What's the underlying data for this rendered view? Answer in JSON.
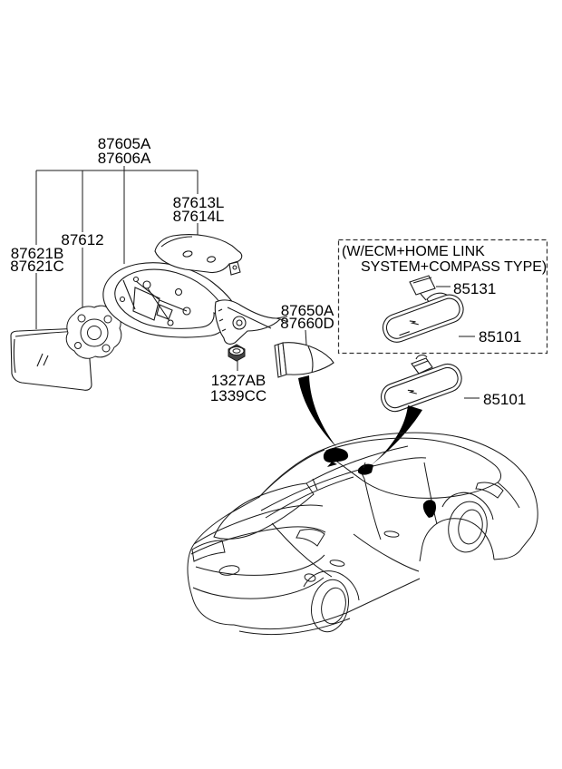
{
  "diagram": {
    "type": "parts-diagram",
    "subject": "vehicle outside and inside rear view mirrors",
    "background_color": "#ffffff",
    "line_color": "#1a1a1a",
    "labels": {
      "outside_mirror_assy_line1": "87605A",
      "outside_mirror_assy_line2": "87606A",
      "signal_lamp_line1": "87613L",
      "signal_lamp_line2": "87614L",
      "actuator": "87612",
      "mirror_glass_line1": "87621B",
      "mirror_glass_line2": "87621C",
      "mounting_nut_line1": "1327AB",
      "mounting_nut_line2": "1339CC",
      "quarter_cover_line1": "87650A",
      "quarter_cover_line2": "87660D",
      "wire_connector": "85131",
      "inside_mirror_ecm": "85101",
      "inside_mirror_standard": "85101"
    },
    "note_box": {
      "line1": "(W/ECM+HOME LINK",
      "line2": "SYSTEM+COMPASS TYPE)"
    }
  }
}
